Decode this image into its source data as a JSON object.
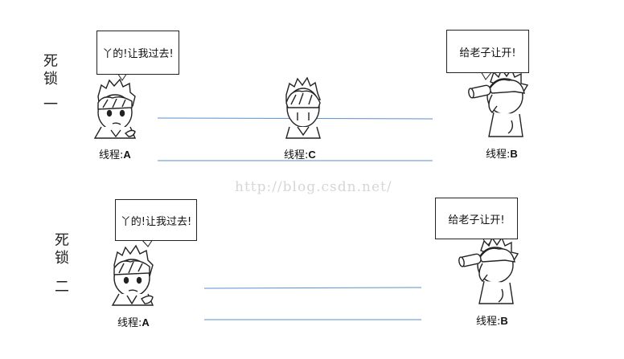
{
  "section1": {
    "title_chars": [
      "死",
      "锁",
      "一"
    ],
    "threadA": {
      "speech": "丫的!让我过去!",
      "label_prefix": "线程:",
      "label_name": "A"
    },
    "threadC": {
      "label_prefix": "线程:",
      "label_name": "C"
    },
    "threadB": {
      "speech": "给老子让开!",
      "label_prefix": "线程:",
      "label_name": "B"
    }
  },
  "section2": {
    "title_chars": [
      "死",
      "锁",
      "二"
    ],
    "threadA": {
      "speech": "丫的!让我过去!",
      "label_prefix": "线程:",
      "label_name": "A"
    },
    "threadB": {
      "speech": "给老子让开!",
      "label_prefix": "线程:",
      "label_name": "B"
    }
  },
  "watermark": "http://blog.csdn.net/",
  "colors": {
    "lane_line": "#5b8fc9",
    "outline": "#222222"
  }
}
